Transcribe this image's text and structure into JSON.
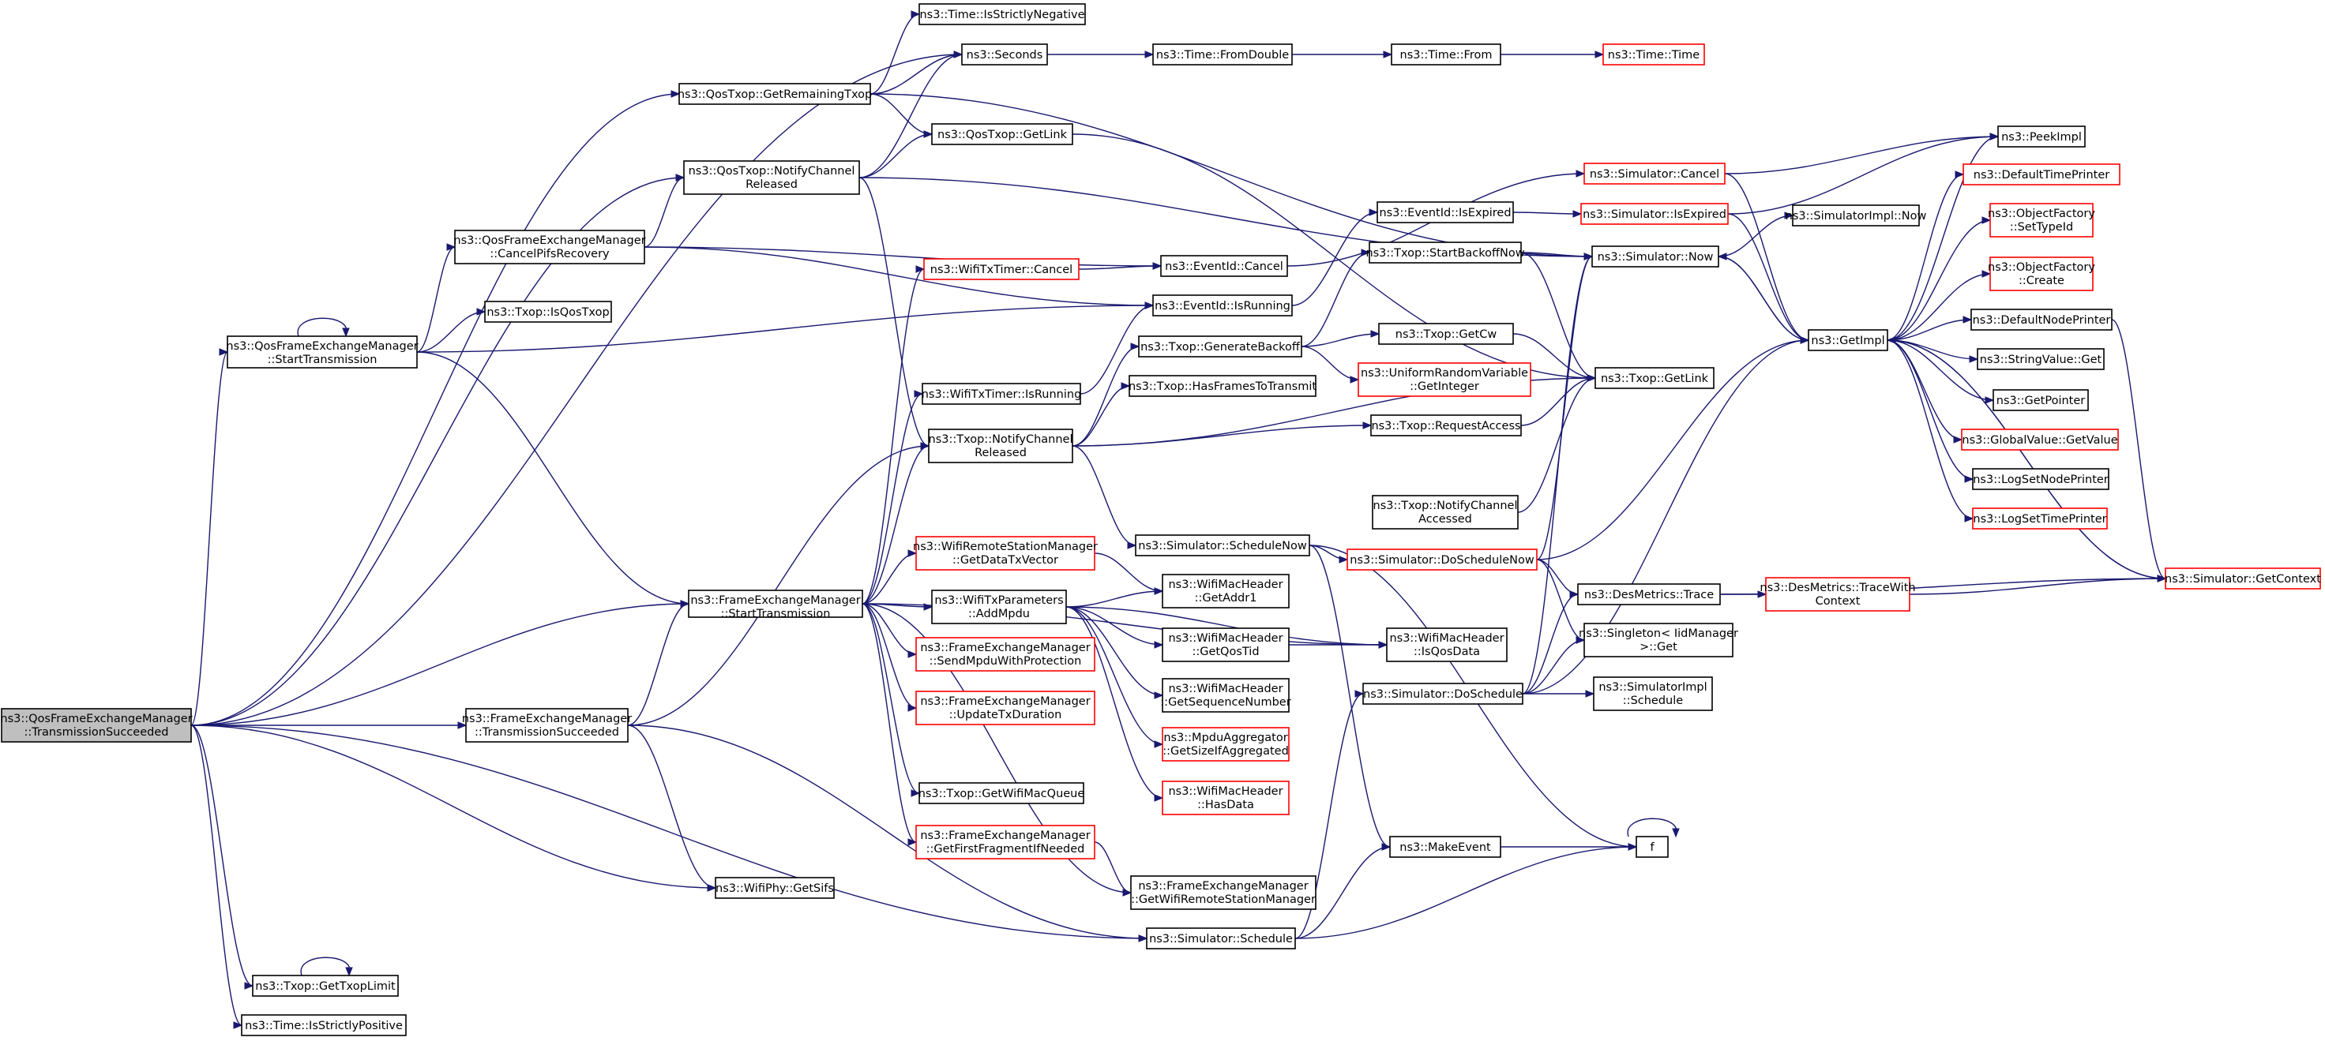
{
  "colors": {
    "edge": "#191970",
    "normal_border": "#000000",
    "missing_border": "#ff0000",
    "root_fill": "#bfbfbf"
  },
  "nodes": [
    {
      "id": "n0",
      "lines": [
        "ns3::QosFrameExchangeManager",
        "::TransmissionSucceeded"
      ],
      "style": "root"
    },
    {
      "id": "n1",
      "lines": [
        "ns3::FrameExchangeManager",
        "::TransmissionSucceeded"
      ]
    },
    {
      "id": "n2",
      "lines": [
        "ns3::FrameExchangeManager",
        "::StartTransmission"
      ]
    },
    {
      "id": "n3",
      "lines": [
        "ns3::QosFrameExchangeManager",
        "::StartTransmission"
      ]
    },
    {
      "id": "n4",
      "lines": [
        "ns3::QosFrameExchangeManager",
        "::CancelPifsRecovery"
      ]
    },
    {
      "id": "n5",
      "lines": [
        "ns3::QosTxop::NotifyChannel",
        "Released"
      ]
    },
    {
      "id": "n6",
      "lines": [
        "ns3::QosTxop::GetRemainingTxop"
      ]
    },
    {
      "id": "n7",
      "lines": [
        "ns3::Txop::IsQosTxop"
      ]
    },
    {
      "id": "n8",
      "lines": [
        "ns3::WifiPhy::GetSifs"
      ]
    },
    {
      "id": "n9",
      "lines": [
        "ns3::Txop::GetTxopLimit"
      ]
    },
    {
      "id": "n10",
      "lines": [
        "ns3::Time::IsStrictlyPositive"
      ]
    },
    {
      "id": "n11",
      "lines": [
        "ns3::Time::IsStrictlyNegative"
      ]
    },
    {
      "id": "n12",
      "lines": [
        "ns3::Seconds"
      ]
    },
    {
      "id": "n13",
      "lines": [
        "ns3::QosTxop::GetLink"
      ]
    },
    {
      "id": "n14",
      "lines": [
        "ns3::Time::FromDouble"
      ]
    },
    {
      "id": "n15",
      "lines": [
        "ns3::Time::From"
      ]
    },
    {
      "id": "n16",
      "lines": [
        "ns3::Time::Time"
      ],
      "style": "red"
    },
    {
      "id": "n17",
      "lines": [
        "ns3::WifiTxTimer::Cancel"
      ],
      "style": "red"
    },
    {
      "id": "n18",
      "lines": [
        "ns3::EventId::Cancel"
      ]
    },
    {
      "id": "n19",
      "lines": [
        "ns3::EventId::IsRunning"
      ]
    },
    {
      "id": "n20",
      "lines": [
        "ns3::WifiTxTimer::IsRunning"
      ]
    },
    {
      "id": "n21",
      "lines": [
        "ns3::Txop::NotifyChannel",
        "Released"
      ]
    },
    {
      "id": "n22",
      "lines": [
        "ns3::WifiRemoteStationManager",
        "::GetDataTxVector"
      ],
      "style": "red"
    },
    {
      "id": "n23",
      "lines": [
        "ns3::WifiTxParameters",
        "::AddMpdu"
      ]
    },
    {
      "id": "n24",
      "lines": [
        "ns3::FrameExchangeManager",
        "::SendMpduWithProtection"
      ],
      "style": "red"
    },
    {
      "id": "n25",
      "lines": [
        "ns3::FrameExchangeManager",
        "::UpdateTxDuration"
      ],
      "style": "red"
    },
    {
      "id": "n26",
      "lines": [
        "ns3::Txop::GetWifiMacQueue"
      ]
    },
    {
      "id": "n27",
      "lines": [
        "ns3::FrameExchangeManager",
        "::GetFirstFragmentIfNeeded"
      ],
      "style": "red"
    },
    {
      "id": "n28",
      "lines": [
        "ns3::Txop::GenerateBackoff"
      ]
    },
    {
      "id": "n29",
      "lines": [
        "ns3::Txop::HasFramesToTransmit"
      ]
    },
    {
      "id": "n30",
      "lines": [
        "ns3::Simulator::ScheduleNow"
      ]
    },
    {
      "id": "n31",
      "lines": [
        "ns3::WifiMacHeader",
        "::GetAddr1"
      ]
    },
    {
      "id": "n32",
      "lines": [
        "ns3::WifiMacHeader",
        "::GetQosTid"
      ]
    },
    {
      "id": "n33",
      "lines": [
        "ns3::WifiMacHeader",
        "::GetSequenceNumber"
      ]
    },
    {
      "id": "n34",
      "lines": [
        "ns3::MpduAggregator",
        "::GetSizeIfAggregated"
      ],
      "style": "red"
    },
    {
      "id": "n35",
      "lines": [
        "ns3::WifiMacHeader",
        "::HasData"
      ],
      "style": "red"
    },
    {
      "id": "n36",
      "lines": [
        "ns3::FrameExchangeManager",
        "::GetWifiRemoteStationManager"
      ]
    },
    {
      "id": "n37",
      "lines": [
        "ns3::Simulator::Schedule"
      ]
    },
    {
      "id": "n38",
      "lines": [
        "ns3::EventId::IsExpired"
      ]
    },
    {
      "id": "n39",
      "lines": [
        "ns3::Txop::StartBackoffNow"
      ]
    },
    {
      "id": "n40",
      "lines": [
        "ns3::Txop::GetCw"
      ]
    },
    {
      "id": "n41",
      "lines": [
        "ns3::UniformRandomVariable",
        "::GetInteger"
      ],
      "style": "red"
    },
    {
      "id": "n42",
      "lines": [
        "ns3::Txop::RequestAccess"
      ]
    },
    {
      "id": "n43",
      "lines": [
        "ns3::Txop::NotifyChannel",
        "Accessed"
      ]
    },
    {
      "id": "n44",
      "lines": [
        "ns3::Simulator::DoScheduleNow"
      ],
      "style": "red"
    },
    {
      "id": "n45",
      "lines": [
        "ns3::WifiMacHeader",
        "::IsQosData"
      ]
    },
    {
      "id": "n46",
      "lines": [
        "ns3::Simulator::DoSchedule"
      ]
    },
    {
      "id": "n47",
      "lines": [
        "ns3::MakeEvent"
      ]
    },
    {
      "id": "n48",
      "lines": [
        "ns3::Simulator::Cancel"
      ],
      "style": "red"
    },
    {
      "id": "n49",
      "lines": [
        "ns3::Simulator::IsExpired"
      ],
      "style": "red"
    },
    {
      "id": "n50",
      "lines": [
        "ns3::Simulator::Now"
      ]
    },
    {
      "id": "n51",
      "lines": [
        "ns3::Txop::GetLink"
      ]
    },
    {
      "id": "n52",
      "lines": [
        "ns3::DesMetrics::Trace"
      ]
    },
    {
      "id": "n53",
      "lines": [
        "ns3::Singleton< IidManager",
        " >::Get"
      ]
    },
    {
      "id": "n54",
      "lines": [
        "ns3::SimulatorImpl",
        "::Schedule"
      ]
    },
    {
      "id": "n55",
      "lines": [
        "f"
      ]
    },
    {
      "id": "n56",
      "lines": [
        "ns3::SimulatorImpl::Now"
      ]
    },
    {
      "id": "n57",
      "lines": [
        "ns3::GetImpl"
      ]
    },
    {
      "id": "n58",
      "lines": [
        "ns3::DesMetrics::TraceWith",
        "Context"
      ],
      "style": "red"
    },
    {
      "id": "n59",
      "lines": [
        "ns3::PeekImpl"
      ]
    },
    {
      "id": "n60",
      "lines": [
        "ns3::DefaultTimePrinter"
      ],
      "style": "red"
    },
    {
      "id": "n61",
      "lines": [
        "ns3::ObjectFactory",
        "::SetTypeId"
      ],
      "style": "red"
    },
    {
      "id": "n62",
      "lines": [
        "ns3::ObjectFactory",
        "::Create"
      ],
      "style": "red"
    },
    {
      "id": "n63",
      "lines": [
        "ns3::DefaultNodePrinter"
      ]
    },
    {
      "id": "n64",
      "lines": [
        "ns3::StringValue::Get"
      ]
    },
    {
      "id": "n65",
      "lines": [
        "ns3::GetPointer"
      ]
    },
    {
      "id": "n66",
      "lines": [
        "ns3::GlobalValue::GetValue"
      ],
      "style": "red"
    },
    {
      "id": "n67",
      "lines": [
        "ns3::LogSetNodePrinter"
      ]
    },
    {
      "id": "n68",
      "lines": [
        "ns3::LogSetTimePrinter"
      ],
      "style": "red"
    },
    {
      "id": "n69",
      "lines": [
        "ns3::Simulator::GetContext"
      ],
      "style": "red"
    }
  ],
  "edges": [
    [
      "n0",
      "n1"
    ],
    [
      "n0",
      "n2"
    ],
    [
      "n0",
      "n3"
    ],
    [
      "n0",
      "n5"
    ],
    [
      "n0",
      "n6"
    ],
    [
      "n0",
      "n8"
    ],
    [
      "n0",
      "n9"
    ],
    [
      "n0",
      "n10"
    ],
    [
      "n0",
      "n12"
    ],
    [
      "n0",
      "n37"
    ],
    [
      "n1",
      "n2"
    ],
    [
      "n1",
      "n8"
    ],
    [
      "n1",
      "n21"
    ],
    [
      "n1",
      "n37"
    ],
    [
      "n2",
      "n17"
    ],
    [
      "n2",
      "n20"
    ],
    [
      "n2",
      "n21"
    ],
    [
      "n2",
      "n22"
    ],
    [
      "n2",
      "n23"
    ],
    [
      "n2",
      "n24"
    ],
    [
      "n2",
      "n25"
    ],
    [
      "n2",
      "n26"
    ],
    [
      "n2",
      "n27"
    ],
    [
      "n2",
      "n36"
    ],
    [
      "n2",
      "n45"
    ],
    [
      "n3",
      "n3"
    ],
    [
      "n3",
      "n2"
    ],
    [
      "n3",
      "n4"
    ],
    [
      "n3",
      "n7"
    ],
    [
      "n3",
      "n19"
    ],
    [
      "n4",
      "n5"
    ],
    [
      "n4",
      "n18"
    ],
    [
      "n4",
      "n19"
    ],
    [
      "n5",
      "n13"
    ],
    [
      "n5",
      "n21"
    ],
    [
      "n5",
      "n50"
    ],
    [
      "n5",
      "n12"
    ],
    [
      "n6",
      "n11"
    ],
    [
      "n6",
      "n12"
    ],
    [
      "n6",
      "n13"
    ],
    [
      "n6",
      "n50"
    ],
    [
      "n9",
      "n9"
    ],
    [
      "n12",
      "n14"
    ],
    [
      "n13",
      "n51"
    ],
    [
      "n14",
      "n15"
    ],
    [
      "n15",
      "n16"
    ],
    [
      "n17",
      "n18"
    ],
    [
      "n18",
      "n48"
    ],
    [
      "n19",
      "n38"
    ],
    [
      "n20",
      "n19"
    ],
    [
      "n21",
      "n28"
    ],
    [
      "n21",
      "n29"
    ],
    [
      "n21",
      "n30"
    ],
    [
      "n21",
      "n42"
    ],
    [
      "n21",
      "n51"
    ],
    [
      "n22",
      "n31"
    ],
    [
      "n23",
      "n31"
    ],
    [
      "n23",
      "n32"
    ],
    [
      "n23",
      "n33"
    ],
    [
      "n23",
      "n34"
    ],
    [
      "n23",
      "n35"
    ],
    [
      "n23",
      "n45"
    ],
    [
      "n27",
      "n36"
    ],
    [
      "n28",
      "n39"
    ],
    [
      "n28",
      "n40"
    ],
    [
      "n28",
      "n41"
    ],
    [
      "n30",
      "n44"
    ],
    [
      "n30",
      "n47"
    ],
    [
      "n30",
      "n55"
    ],
    [
      "n32",
      "n45"
    ],
    [
      "n37",
      "n46"
    ],
    [
      "n37",
      "n47"
    ],
    [
      "n37",
      "n55"
    ],
    [
      "n38",
      "n49"
    ],
    [
      "n39",
      "n50"
    ],
    [
      "n39",
      "n51"
    ],
    [
      "n40",
      "n51"
    ],
    [
      "n42",
      "n51"
    ],
    [
      "n43",
      "n51"
    ],
    [
      "n44",
      "n50"
    ],
    [
      "n44",
      "n52"
    ],
    [
      "n44",
      "n53"
    ],
    [
      "n44",
      "n57"
    ],
    [
      "n46",
      "n50"
    ],
    [
      "n46",
      "n52"
    ],
    [
      "n46",
      "n53"
    ],
    [
      "n46",
      "n54"
    ],
    [
      "n46",
      "n57"
    ],
    [
      "n47",
      "n55"
    ],
    [
      "n55",
      "n55"
    ],
    [
      "n48",
      "n57"
    ],
    [
      "n48",
      "n59"
    ],
    [
      "n49",
      "n57"
    ],
    [
      "n49",
      "n59"
    ],
    [
      "n50",
      "n56"
    ],
    [
      "n50",
      "n57"
    ],
    [
      "n52",
      "n58"
    ],
    [
      "n52",
      "n69"
    ],
    [
      "n58",
      "n69"
    ],
    [
      "n57",
      "n50"
    ],
    [
      "n57",
      "n59"
    ],
    [
      "n57",
      "n60"
    ],
    [
      "n57",
      "n61"
    ],
    [
      "n57",
      "n62"
    ],
    [
      "n57",
      "n63"
    ],
    [
      "n57",
      "n64"
    ],
    [
      "n57",
      "n65"
    ],
    [
      "n57",
      "n66"
    ],
    [
      "n57",
      "n67"
    ],
    [
      "n57",
      "n68"
    ],
    [
      "n57",
      "n69"
    ],
    [
      "n63",
      "n69"
    ],
    [
      "n69",
      "n57"
    ]
  ]
}
